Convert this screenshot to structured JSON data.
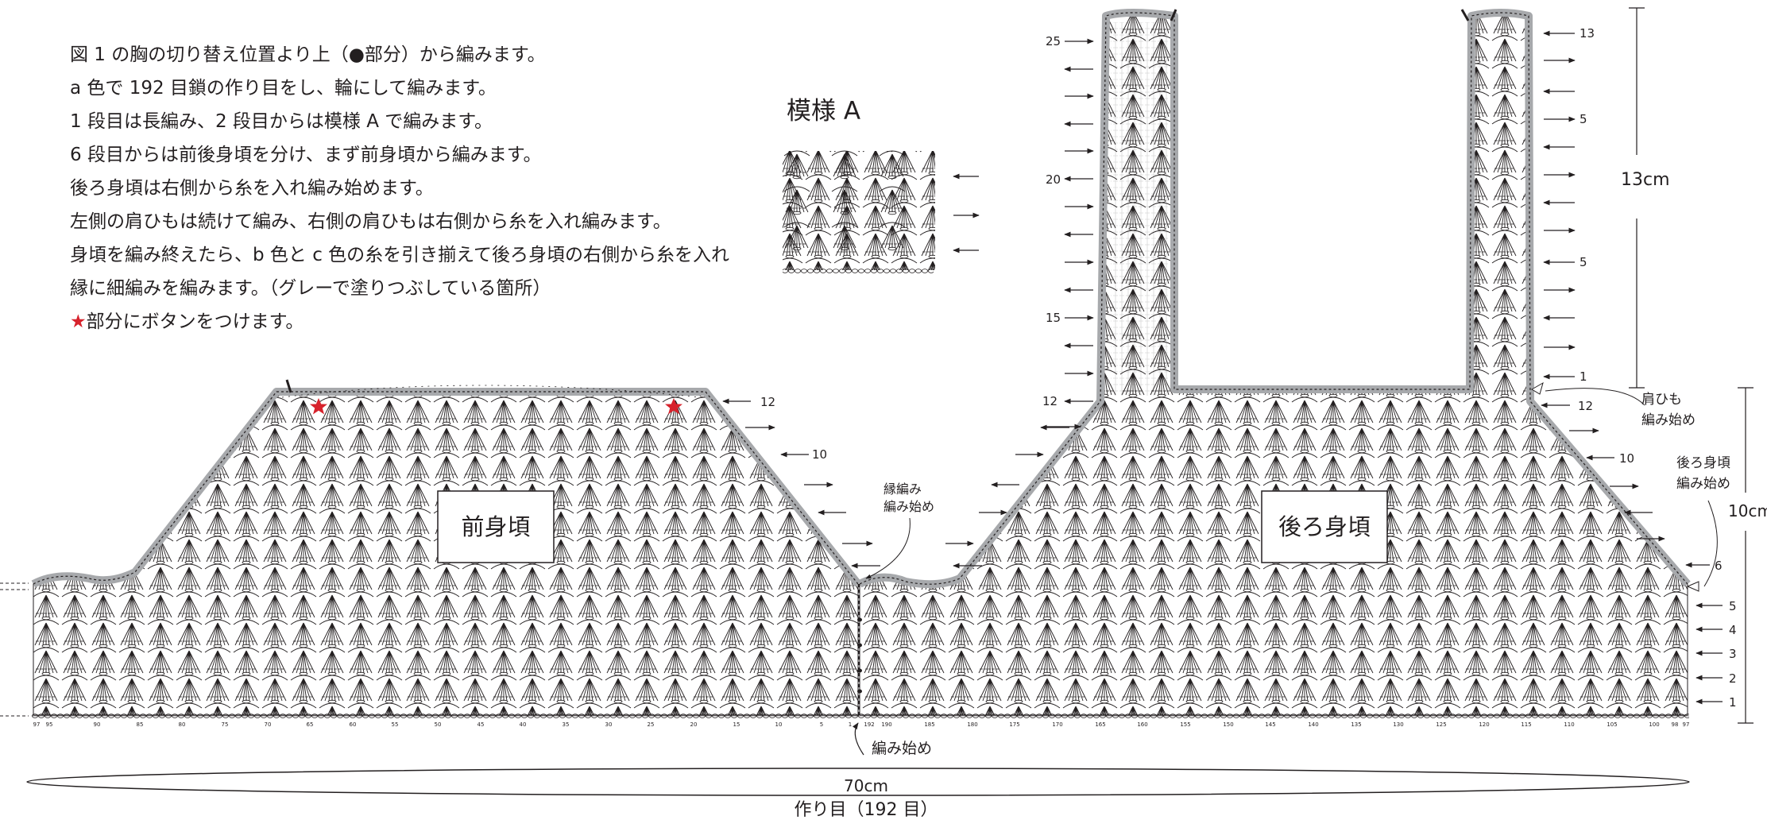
{
  "instructions": [
    "図 1 の胸の切り替え位置より上（●部分）から編みます。",
    "a 色で 192 目鎖の作り目をし、輪にして編みます。",
    "1 段目は長編み、2 段目からは模様 A で編みます。",
    "6 段目からは前後身頃を分け、まず前身頃から編みます。",
    "後ろ身頃は右側から糸を入れ編み始めます。",
    "左側の肩ひもは続けて編み、右側の肩ひもは右側から糸を入れ編みます。",
    "身頃を編み終えたら、b 色と c 色の糸を引き揃えて後ろ身頃の右側から糸を入れ",
    "縁に細編みを編みます。（グレーで塗りつぶしている箇所）"
  ],
  "button_note": {
    "star": "★",
    "text": "部分にボタンをつけます。"
  },
  "pattern_a_title": "模様 A",
  "front_label": "前身頃",
  "back_label": "後ろ身頃",
  "edge_start_label": [
    "縁編み",
    "編み始め"
  ],
  "start_label": "編み始め",
  "strap_start_label": [
    "肩ひも",
    "編み始め"
  ],
  "back_start_label": [
    "後ろ身頃",
    "編み始め"
  ],
  "width_label": "70cm",
  "foundation_label": "作り目（192 目）",
  "dim_strap": "13cm",
  "dim_body": "10cm",
  "row_labels_right": [
    "1",
    "2",
    "3",
    "4",
    "5",
    "6",
    "10",
    "12"
  ],
  "front_row_labels": [
    "10",
    "12"
  ],
  "left_strap_rows": [
    "12",
    "15",
    "20",
    "25"
  ],
  "right_strap_rows": [
    "1",
    "5",
    "5",
    "13"
  ],
  "stitch_numbers": [
    "97",
    "95",
    "90",
    "85",
    "80",
    "75",
    "70",
    "65",
    "60",
    "55",
    "50",
    "45",
    "40",
    "35",
    "30",
    "25",
    "20",
    "15",
    "10",
    "5",
    "1",
    "192",
    "190",
    "185",
    "180",
    "175",
    "170",
    "165",
    "160",
    "155",
    "150",
    "145",
    "140",
    "135",
    "130",
    "125",
    "120",
    "115",
    "110",
    "105",
    "100",
    "98",
    "97"
  ],
  "colors": {
    "ink": "#231f20",
    "edging": "#a7a9ac",
    "star": "#d7222c"
  },
  "icons": [
    "arrow-left-icon",
    "arrow-right-icon",
    "star-icon",
    "dot-icon"
  ]
}
